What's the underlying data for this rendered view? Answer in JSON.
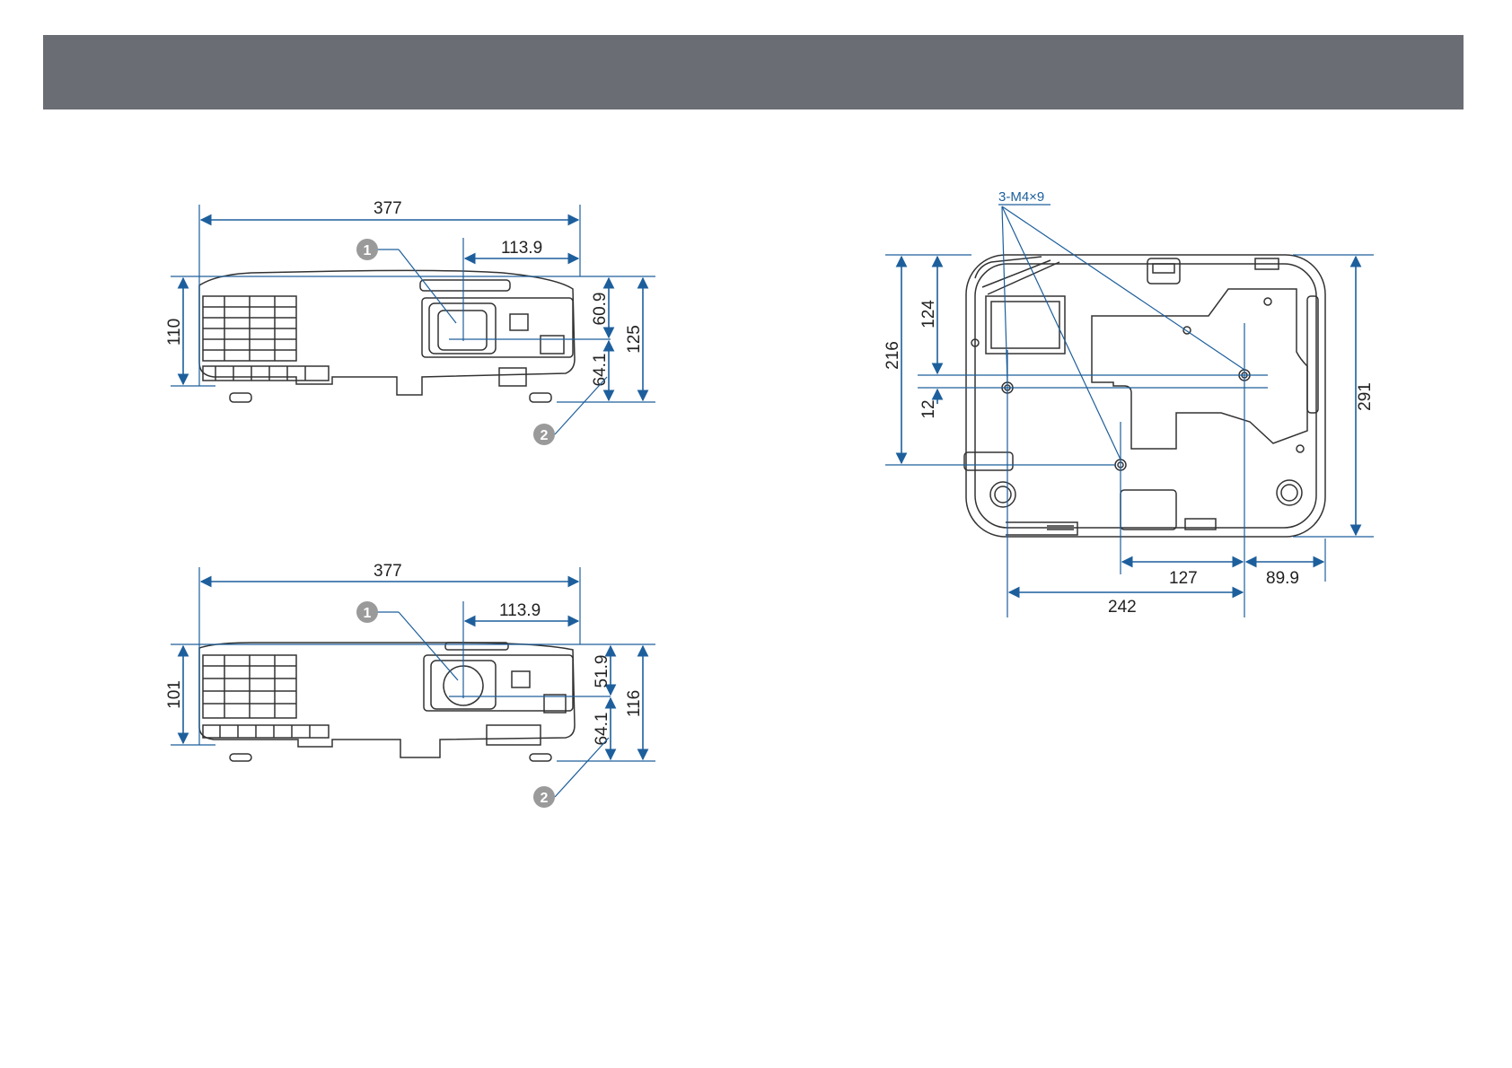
{
  "header": {
    "title": ""
  },
  "colors": {
    "header_bg": "#6a6d73",
    "dimension_line": "#1d5f9c",
    "outline": "#333333",
    "callout_bg": "#9a9a9a"
  },
  "front_view_1": {
    "width": "377",
    "lens_offset": "113.9",
    "height_body": "110",
    "height_total": "125",
    "lens_center_top": "60.9",
    "lens_center_bottom": "64.1",
    "callout_1": "1",
    "callout_2": "2"
  },
  "front_view_2": {
    "width": "377",
    "lens_offset": "113.9",
    "height_body": "101",
    "height_total": "116",
    "lens_center_top": "51.9",
    "lens_center_bottom": "64.1",
    "callout_1": "1",
    "callout_2": "2"
  },
  "bottom_view": {
    "screw_label": "3-M4×9",
    "depth_216": "216",
    "depth_124": "124",
    "depth_12": "12",
    "depth_291": "291",
    "width_127": "127",
    "width_89_9": "89.9",
    "width_242": "242"
  }
}
